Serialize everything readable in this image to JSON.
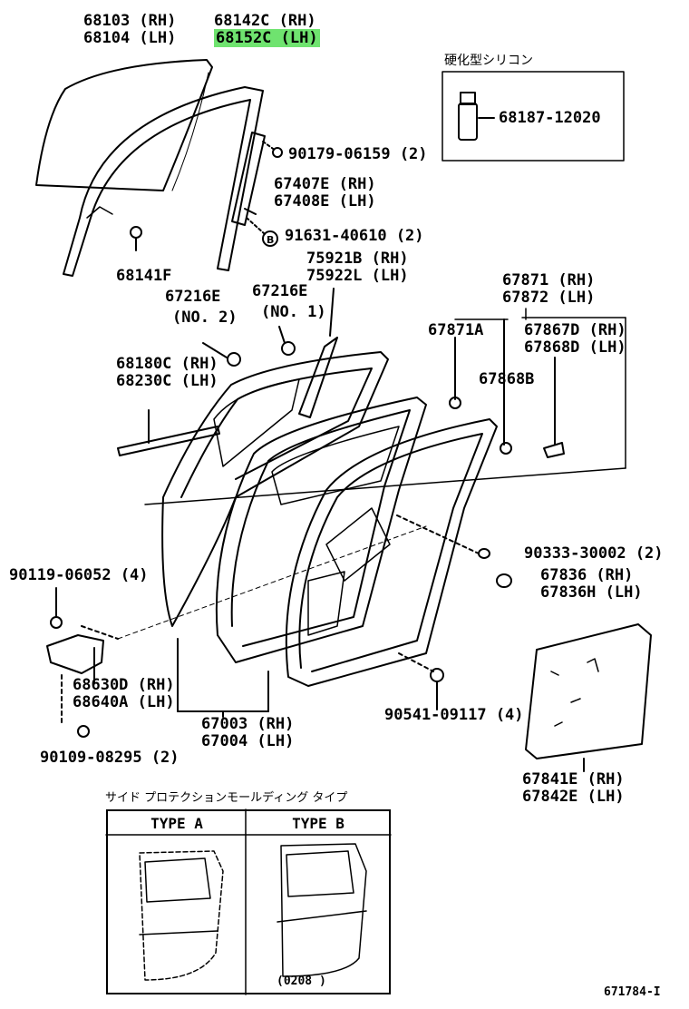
{
  "diagram": {
    "parts": {
      "window_glass": {
        "rh": "68103 (RH)",
        "lh": "68104 (LH)"
      },
      "run_channel": {
        "rh": "68142C (RH)",
        "lh": "68152C (LH)"
      },
      "silicone_caption": "硬化型シリコン",
      "silicone_part": "68187-12020",
      "bolt_90179": "90179-06159 (2)",
      "division_bar": {
        "rh": "67407E (RH)",
        "lh": "67408E (LH)"
      },
      "screw_91631": "91631-40610 (2)",
      "glass_channel": "68141F",
      "frame_molding": {
        "rh": "75921B (RH)",
        "lh": "75922L (LH)"
      },
      "cushion_no2": {
        "part": "67216E",
        "sub": "(NO. 2)"
      },
      "cushion_no1": {
        "part": "67216E",
        "sub": "(NO. 1)"
      },
      "weatherstrip": {
        "rh": "67871 (RH)",
        "lh": "67872 (LH)"
      },
      "clip_67871a": "67871A",
      "clip_67867d": {
        "rh": "67867D (RH)",
        "lh": "67868D (LH)"
      },
      "belt_strip": {
        "rh": "68180C (RH)",
        "lh": "68230C (LH)"
      },
      "clip_67868b": "67868B",
      "bolt_90119": "90119-06052 (4)",
      "plug_90333": "90333-30002 (2)",
      "plug_67836": {
        "rh": "67836 (RH)",
        "lh": "67836H (LH)"
      },
      "hinge": {
        "rh": "68630D (RH)",
        "lh": "68640A (LH)"
      },
      "door_panel": {
        "rh": "67003 (RH)",
        "lh": "67004 (LH)"
      },
      "plug_90541": "90541-09117 (4)",
      "bolt_90109": "90109-08295 (2)",
      "service_hole_cover": {
        "rh": "67841E (RH)",
        "lh": "67842E (LH)"
      }
    },
    "type_table": {
      "caption": "サイド プロテクションモールディング タイプ",
      "type_a": "TYPE A",
      "type_b": "TYPE B",
      "type_b_note": "(0208        )"
    },
    "figure_id": "671784-I",
    "highlight_color": "#6fe36f"
  }
}
